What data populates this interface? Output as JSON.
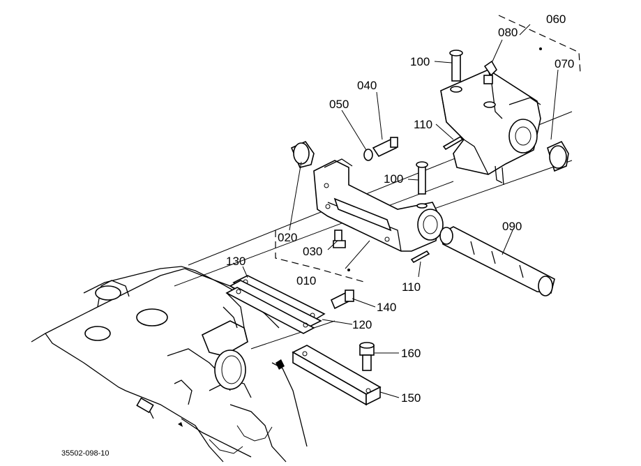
{
  "drawing_id": "35502-098-10",
  "callouts": [
    {
      "id": "c060",
      "text": "060"
    },
    {
      "id": "c080",
      "text": "080"
    },
    {
      "id": "c070",
      "text": "070"
    },
    {
      "id": "c100a",
      "text": "100"
    },
    {
      "id": "c040",
      "text": "040"
    },
    {
      "id": "c050",
      "text": "050"
    },
    {
      "id": "c110a",
      "text": "110"
    },
    {
      "id": "c100b",
      "text": "100"
    },
    {
      "id": "c020",
      "text": "020"
    },
    {
      "id": "c030",
      "text": "030"
    },
    {
      "id": "c090",
      "text": "090"
    },
    {
      "id": "c130",
      "text": "130"
    },
    {
      "id": "c010",
      "text": "010"
    },
    {
      "id": "c110b",
      "text": "110"
    },
    {
      "id": "c140",
      "text": "140"
    },
    {
      "id": "c120",
      "text": "120"
    },
    {
      "id": "c160",
      "text": "160"
    },
    {
      "id": "c150",
      "text": "150"
    }
  ]
}
